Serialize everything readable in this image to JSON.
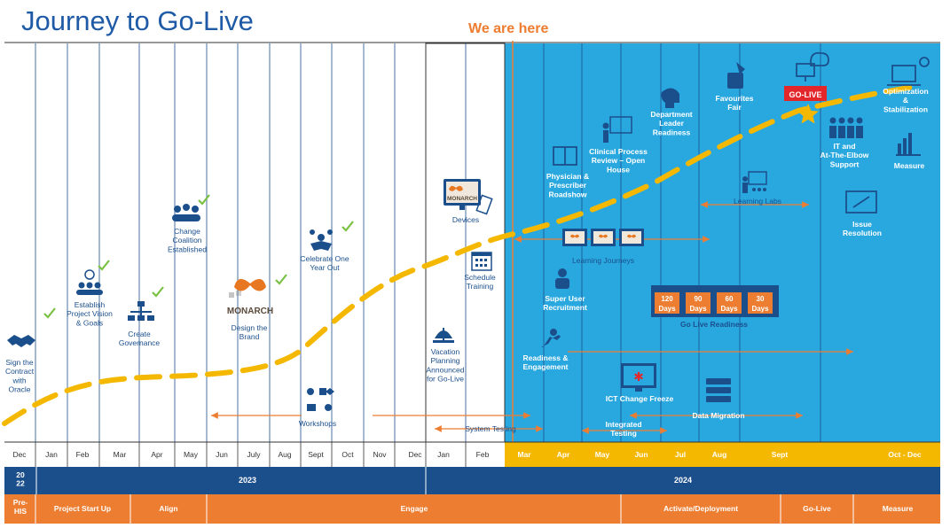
{
  "header": {
    "title": "Journey to Go-Live",
    "marker": "We are here"
  },
  "colors": {
    "title": "#1f5aa6",
    "accent": "#ed7d31",
    "sky": "#29a8e0",
    "navy": "#1b4f8c",
    "gold": "#f5b800",
    "check": "#7ac143"
  },
  "months": [
    "Dec",
    "Jan",
    "Feb",
    "Mar",
    "Apr",
    "May",
    "Jun",
    "July",
    "Aug",
    "Sept",
    "Oct",
    "Nov",
    "Dec",
    "Jan",
    "Feb",
    "Mar",
    "Apr",
    "May",
    "Jun",
    "Jul",
    "Aug",
    "Sept",
    "Oct - Dec"
  ],
  "years": [
    "20\n22",
    "2023",
    "2024"
  ],
  "phases": [
    "Pre-\nHIS",
    "Project Start Up",
    "Align",
    "Engage",
    "Activate/Deployment",
    "Go-Live",
    "Measure"
  ],
  "milestones": {
    "sign_contract": "Sign the\nContract\nwith\nOracle",
    "vision": "Establish\nProject Vision\n& Goals",
    "governance": "Create\nGovernance",
    "coalition": "Change\nCoalition\nEstablished",
    "brand": "Design the\nBrand",
    "brand_logo": "MONARCH",
    "celebrate": "Celebrate One\nYear Out",
    "workshops": "Workshops",
    "vacation": "Vacation\nPlanning\nAnnounced\nfor Go-Live",
    "devices": "Devices",
    "devices_logo": "MONARCH",
    "schedule": "Schedule\nTraining",
    "system_testing": "System Testing",
    "physician": "Physician &\nPrescriber\nRoadshow",
    "clinical": "Clinical Process\nReview – Open\nHouse",
    "dept_leader": "Department\nLeader\nReadiness",
    "favourites": "Favourites\nFair",
    "golive_badge": "GO-LIVE",
    "optimization": "Optimization\n&\nStabilization",
    "it_elbow": "IT and\nAt-The-Elbow\nSupport",
    "measure": "Measure",
    "learning_labs": "Learning Labs",
    "issue": "Issue\nResolution",
    "learning_journeys": "Learning Journeys",
    "super_user": "Super User\nRecruitment",
    "golive_readiness": "Go Live Readiness",
    "readiness_engagement": "Readiness &\nEngagement",
    "ict_freeze": "ICT Change Freeze",
    "data_migration": "Data Migration",
    "integrated_testing": "Integrated\nTesting"
  },
  "countdown": [
    {
      "value": "120",
      "unit": "Days"
    },
    {
      "value": "90",
      "unit": "Days"
    },
    {
      "value": "60",
      "unit": "Days"
    },
    {
      "value": "30",
      "unit": "Days"
    }
  ]
}
